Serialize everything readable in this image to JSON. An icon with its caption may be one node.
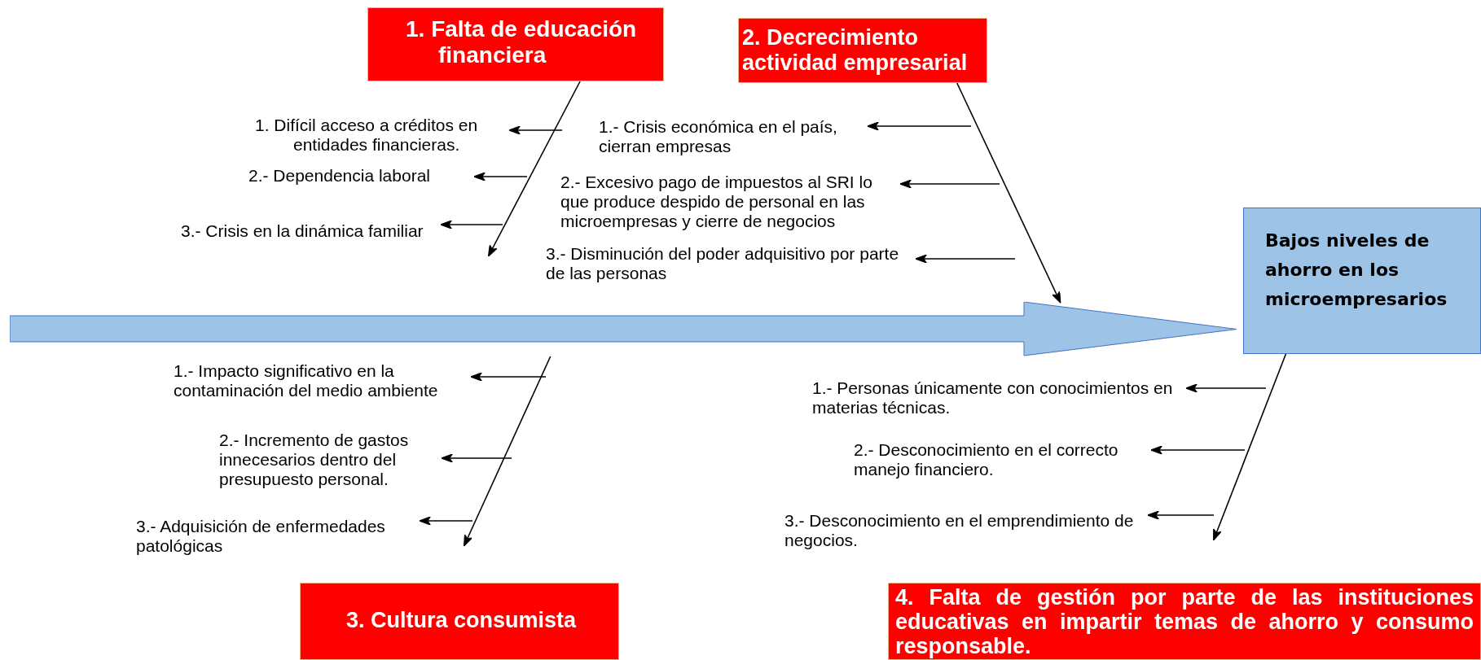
{
  "diagram": {
    "nodes": [
      {
        "text": [
          "1. Falta de educación financiera"
        ]
      },
      {
        "text": [
          "2. Decrecimiento actividad empresarial"
        ]
      },
      {
        "text": [
          "Bajos niveles de ahorro en los microempresarios"
        ]
      },
      {
        "text": [
          "3. Cultura consumista"
        ]
      },
      {
        "text": [
          "4. Falta de gestión por parte de las instituciones educativas en impartir temas de ahorro y consumo responsable."
        ]
      },
      {
        "text": [],
        "shape": "arrow"
      },
      {
        "text": [
          "1. Difícil acceso a créditos en entidades financieras."
        ]
      },
      {
        "text": [
          "2.- Dependencia laboral"
        ]
      },
      {
        "text": [
          "3.- Crisis en la dinámica familiar"
        ]
      },
      {
        "text": [
          "1.- Crisis económica en el país, cierran empresas"
        ]
      },
      {
        "text": [
          "2.- Excesivo pago de impuestos al SRI lo que produce despido de personal en las microempresas y cierre de negocios"
        ]
      },
      {
        "text": [
          "3.- Disminución del poder adquisitivo por parte de las personas"
        ]
      },
      {
        "text": [
          "1.- Impacto significativo en la contaminación del medio ambiente"
        ]
      },
      {
        "text": [
          "2.- Incremento de gastos innecesarios dentro del presupuesto personal."
        ]
      },
      {
        "text": [
          "3.- Adquisición de enfermedades patológicas"
        ]
      },
      {
        "text": [
          "1.- Personas únicamente con conocimientos en materias técnicas."
        ]
      },
      {
        "text": [
          "2.- Desconocimiento en el correcto manejo financiero."
        ]
      },
      {
        "text": [
          "3.- Desconocimiento en el emprendimiento de negocios."
        ]
      }
    ],
    "edges": [
      {
        "from": 0,
        "to": null,
        "arrow": "to"
      },
      {
        "from": 1,
        "to": 5,
        "arrow": "to"
      },
      {
        "from": 5,
        "to": null,
        "arrow": "to"
      },
      {
        "from": 2,
        "to": null,
        "arrow": "to"
      },
      {
        "from": null,
        "to": 6,
        "arrow": "to"
      },
      {
        "from": null,
        "to": 7,
        "arrow": "to"
      },
      {
        "from": null,
        "to": 8,
        "arrow": "to"
      },
      {
        "from": null,
        "to": 9,
        "arrow": "to"
      },
      {
        "from": null,
        "to": 10,
        "arrow": "to"
      },
      {
        "from": null,
        "to": 11,
        "arrow": "to"
      },
      {
        "from": null,
        "to": 12,
        "arrow": "to"
      },
      {
        "from": null,
        "to": 13,
        "arrow": "to"
      },
      {
        "from": null,
        "to": 14,
        "arrow": "to"
      },
      {
        "from": null,
        "to": 15,
        "arrow": "to"
      },
      {
        "from": null,
        "to": 16,
        "arrow": "to"
      },
      {
        "from": null,
        "to": 17,
        "arrow": "to"
      }
    ]
  }
}
